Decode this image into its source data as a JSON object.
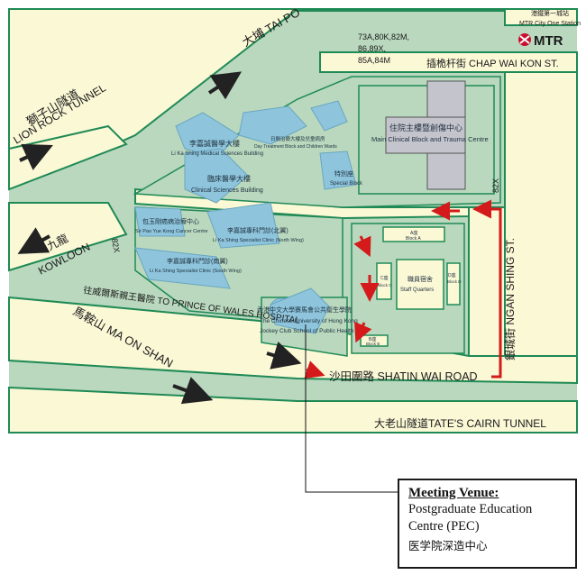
{
  "map": {
    "roads": {
      "lion_rock_zh": "獅子山隧道",
      "lion_rock_en": "LION ROCK TUNNEL",
      "tai_po": "大埔 TAI PO",
      "chap_wai_kon": "插桅杆街 CHAP WAI KON ST.",
      "kowloon_zh": "九龍",
      "kowloon_en": "KOWLOON",
      "prince_of_wales": "往威爾斯親王醫院 TO PRINCE OF WALES HOSPITAL",
      "ma_on_shan": "馬鞍山 MA ON SHAN",
      "shatin_wai": "沙田圍路 SHATIN WAI ROAD",
      "ngan_shing": "銀城街 NGAN SHING ST.",
      "tates_cairn": "大老山隧道TATE'S CAIRN TUNNEL",
      "route_82x_a": "82X",
      "route_82x_b": "82X"
    },
    "bus_routes": [
      "73A,80K,82M,",
      "86,89X,",
      "85A,84M"
    ],
    "mtr": {
      "station_zh": "港鐵第一城站",
      "station_en": "MTR City One Station",
      "logo_text": "MTR"
    },
    "buildings": {
      "main_block_zh": "住院主樓暨創傷中心",
      "main_block_en": "Main Clinical Block and Trauma Centre",
      "li_ka_shing_med_zh": "李嘉誠醫學大樓",
      "li_ka_shing_med_en": "Li Ka Shing Medical Sciences Building",
      "day_treatment_zh": "日間治療大樓及兒童病房",
      "day_treatment_en": "Day Treatment Block and Children Wards",
      "clinical_sci_zh": "臨床醫學大樓",
      "clinical_sci_en": "Clinical Sciences Building",
      "special_zh": "特別座",
      "special_en": "Special Block",
      "cancer_zh": "包玉剛癌病治療中心",
      "cancer_en": "Sir Pao Yue Kong Cancer Centre",
      "north_wing_zh": "李嘉誠專科門診(北翼)",
      "north_wing_en": "Li Ka Shing Specialist Clinic (North Wing)",
      "south_wing_zh": "李嘉誠專科門診(南翼)",
      "south_wing_en": "Li Ka Shing Specialist Clinic (South Wing)",
      "cuhk_zh": "香港中文大學賽馬會公共衞生學院",
      "cuhk_en1": "The Chinese University of Hong Kong",
      "cuhk_en2": "Jockey Club School of Public Health",
      "block_a_zh": "A座",
      "block_a_en": "Block A",
      "block_b_zh": "B座",
      "block_b_en": "Block B",
      "block_c_zh": "C座",
      "block_c_en": "Block C",
      "block_d_zh": "D座",
      "block_d_en": "Block D",
      "staff_zh": "職員宿舍",
      "staff_en": "Staff Quarters"
    },
    "colors": {
      "road": "#fbf8d6",
      "road_edge": "#1f8a55",
      "ground": "#b9d8be",
      "building": "#8ec5dc",
      "main_block": "#c4c4cc",
      "direction_arrow": "#d41a1a",
      "traffic_arrow": "#222222"
    }
  },
  "venue": {
    "title": "Meeting Venue:",
    "line1": "Postgraduate Education",
    "line2": "Centre (PEC)",
    "zh": "医学院深造中心"
  }
}
